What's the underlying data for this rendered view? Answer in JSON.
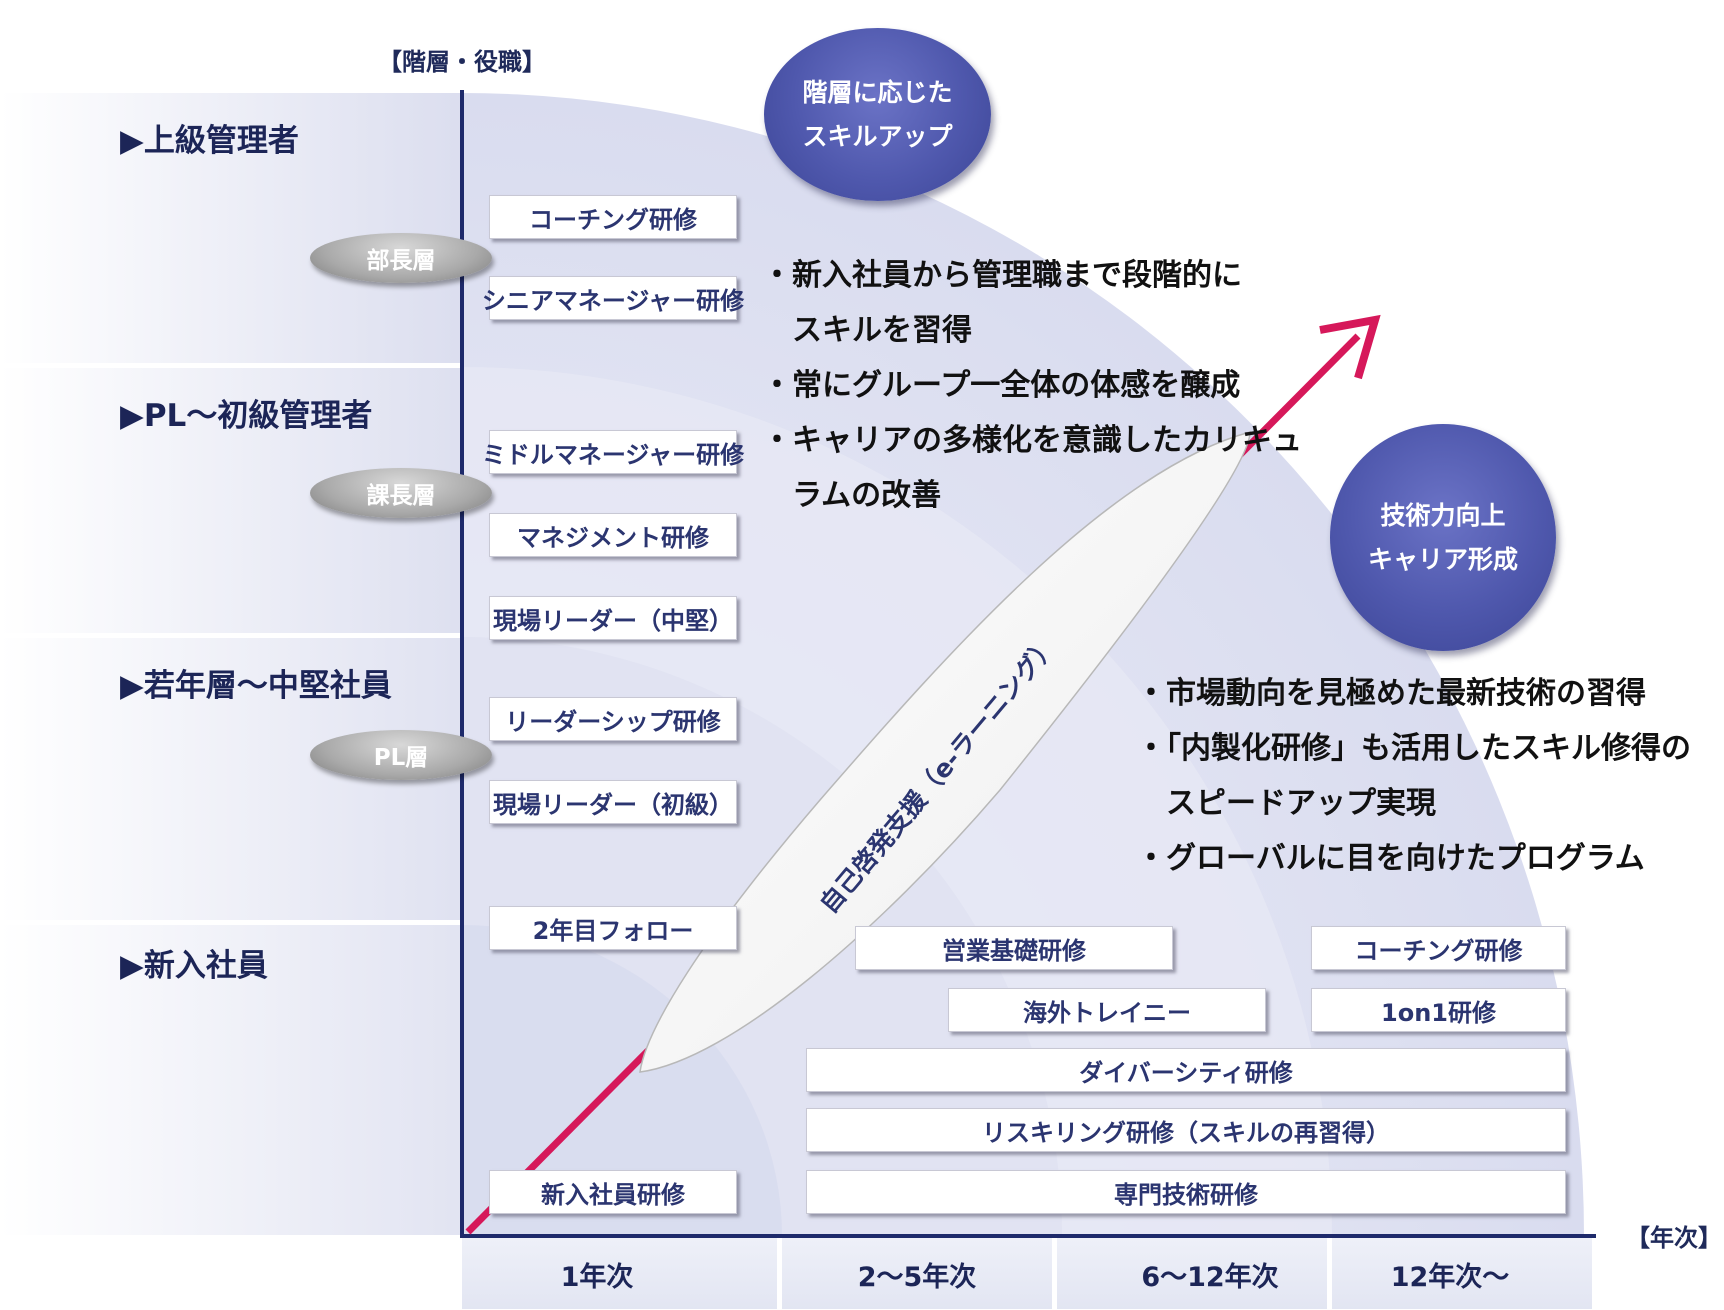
{
  "axis": {
    "levels_label": "【階層・役職】",
    "years_label": "【年次】"
  },
  "levels": [
    {
      "label": "▶上級管理者"
    },
    {
      "label": "▶PL～初級管理者"
    },
    {
      "label": "▶若年層～中堅社員"
    },
    {
      "label": "▶新入社員"
    }
  ],
  "badges": [
    {
      "label": "部長層"
    },
    {
      "label": "課長層"
    },
    {
      "label": "PL層"
    }
  ],
  "year_columns": [
    {
      "label": "1年次"
    },
    {
      "label": "2～5年次"
    },
    {
      "label": "6～12年次"
    },
    {
      "label": "12年次～"
    }
  ],
  "trainings": [
    {
      "label": "コーチング研修"
    },
    {
      "label": "シニアマネージャー研修"
    },
    {
      "label": "ミドルマネージャー研修"
    },
    {
      "label": "マネジメント研修"
    },
    {
      "label": "現場リーダー（中堅）"
    },
    {
      "label": "リーダーシップ研修"
    },
    {
      "label": "現場リーダー（初級）"
    },
    {
      "label": "2年目フォロー"
    },
    {
      "label": "新入社員研修"
    },
    {
      "label": "営業基礎研修"
    },
    {
      "label": "海外トレイニー"
    },
    {
      "label": "ダイバーシティ研修"
    },
    {
      "label": "リスキリング研修（スキルの再習得）"
    },
    {
      "label": "専門技術研修"
    },
    {
      "label": "コーチング研修"
    },
    {
      "label": "1on1研修"
    }
  ],
  "circles": [
    {
      "line1": "階層に応じた",
      "line2": "スキルアップ"
    },
    {
      "line1": "技術力向上",
      "line2": "キャリア形成"
    }
  ],
  "bullets_skill": [
    "・新入社員から管理職まで段階的に",
    "　スキルを習得",
    "・常にグループ一全体の体感を醸成",
    "・キャリアの多様化を意識したカリキュ",
    "　ラムの改善"
  ],
  "bullets_tech": [
    "・市場動向を見極めた最新技術の習得",
    "・「内製化研修」も活用したスキル修得の",
    "　スピードアップ実現",
    "・グローバルに目を向けたプログラム"
  ],
  "elearning_label": "自己啓発支援（e-ラーニング）",
  "colors": {
    "arrow": "#d6185a",
    "circle": "#4f58ad",
    "text_navy": "#1c2557"
  }
}
